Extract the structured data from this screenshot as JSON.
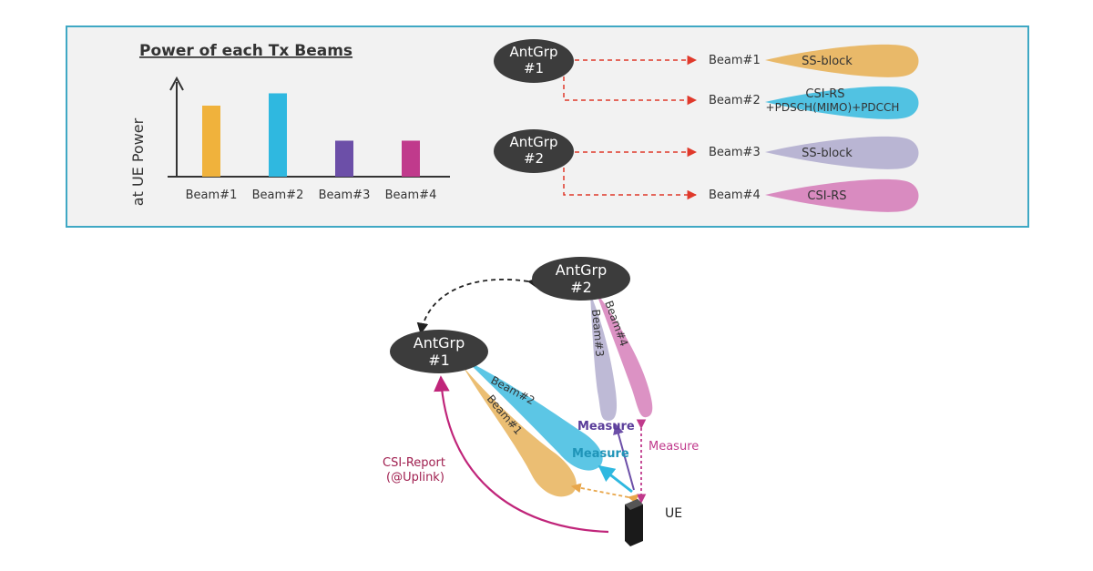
{
  "chart": {
    "title": "Power of each Tx Beams",
    "ylabel": "at UE Power"
  },
  "chart_data": {
    "type": "bar",
    "title": "Power of each Tx Beams",
    "xlabel": "",
    "ylabel": "at UE Power",
    "categories": [
      "Beam#1",
      "Beam#2",
      "Beam#3",
      "Beam#4"
    ],
    "values": [
      0.75,
      0.88,
      0.38,
      0.38
    ],
    "colors": [
      "#f0b23c",
      "#2fb8e0",
      "#6c4fa8",
      "#c03a8c"
    ]
  },
  "mapping": {
    "groups": [
      {
        "label_line1": "AntGrp",
        "label_line2": "#1"
      },
      {
        "label_line1": "AntGrp",
        "label_line2": "#2"
      }
    ],
    "beams": [
      {
        "label": "Beam#1",
        "signal_line1": "SS-block",
        "signal_line2": "",
        "color": "#e8b35a"
      },
      {
        "label": "Beam#2",
        "signal_line1": "CSI-RS",
        "signal_line2": "+PDSCH(MIMO)+PDCCH",
        "color": "#3fbce0"
      },
      {
        "label": "Beam#3",
        "signal_line1": "SS-block",
        "signal_line2": "",
        "color": "#b3aecf"
      },
      {
        "label": "Beam#4",
        "signal_line1": "CSI-RS",
        "signal_line2": "",
        "color": "#d67fba"
      }
    ]
  },
  "scene": {
    "antgrp1_line1": "AntGrp",
    "antgrp1_line2": "#1",
    "antgrp2_line1": "AntGrp",
    "antgrp2_line2": "#2",
    "beam1": "Beam#1",
    "beam2": "Beam#2",
    "beam3": "Beam#3",
    "beam4": "Beam#4",
    "measure_purple": "Measure",
    "measure_blue": "Measure",
    "measure_pink": "Measure",
    "csi_report_line1": "CSI-Report",
    "csi_report_line2": "(@Uplink)",
    "ue": "UE"
  },
  "colors": {
    "panel_border": "#3fa8c4",
    "oval": "#3c3c3c",
    "arrow_red": "#e0392b",
    "csi_report": "#c0257a"
  }
}
